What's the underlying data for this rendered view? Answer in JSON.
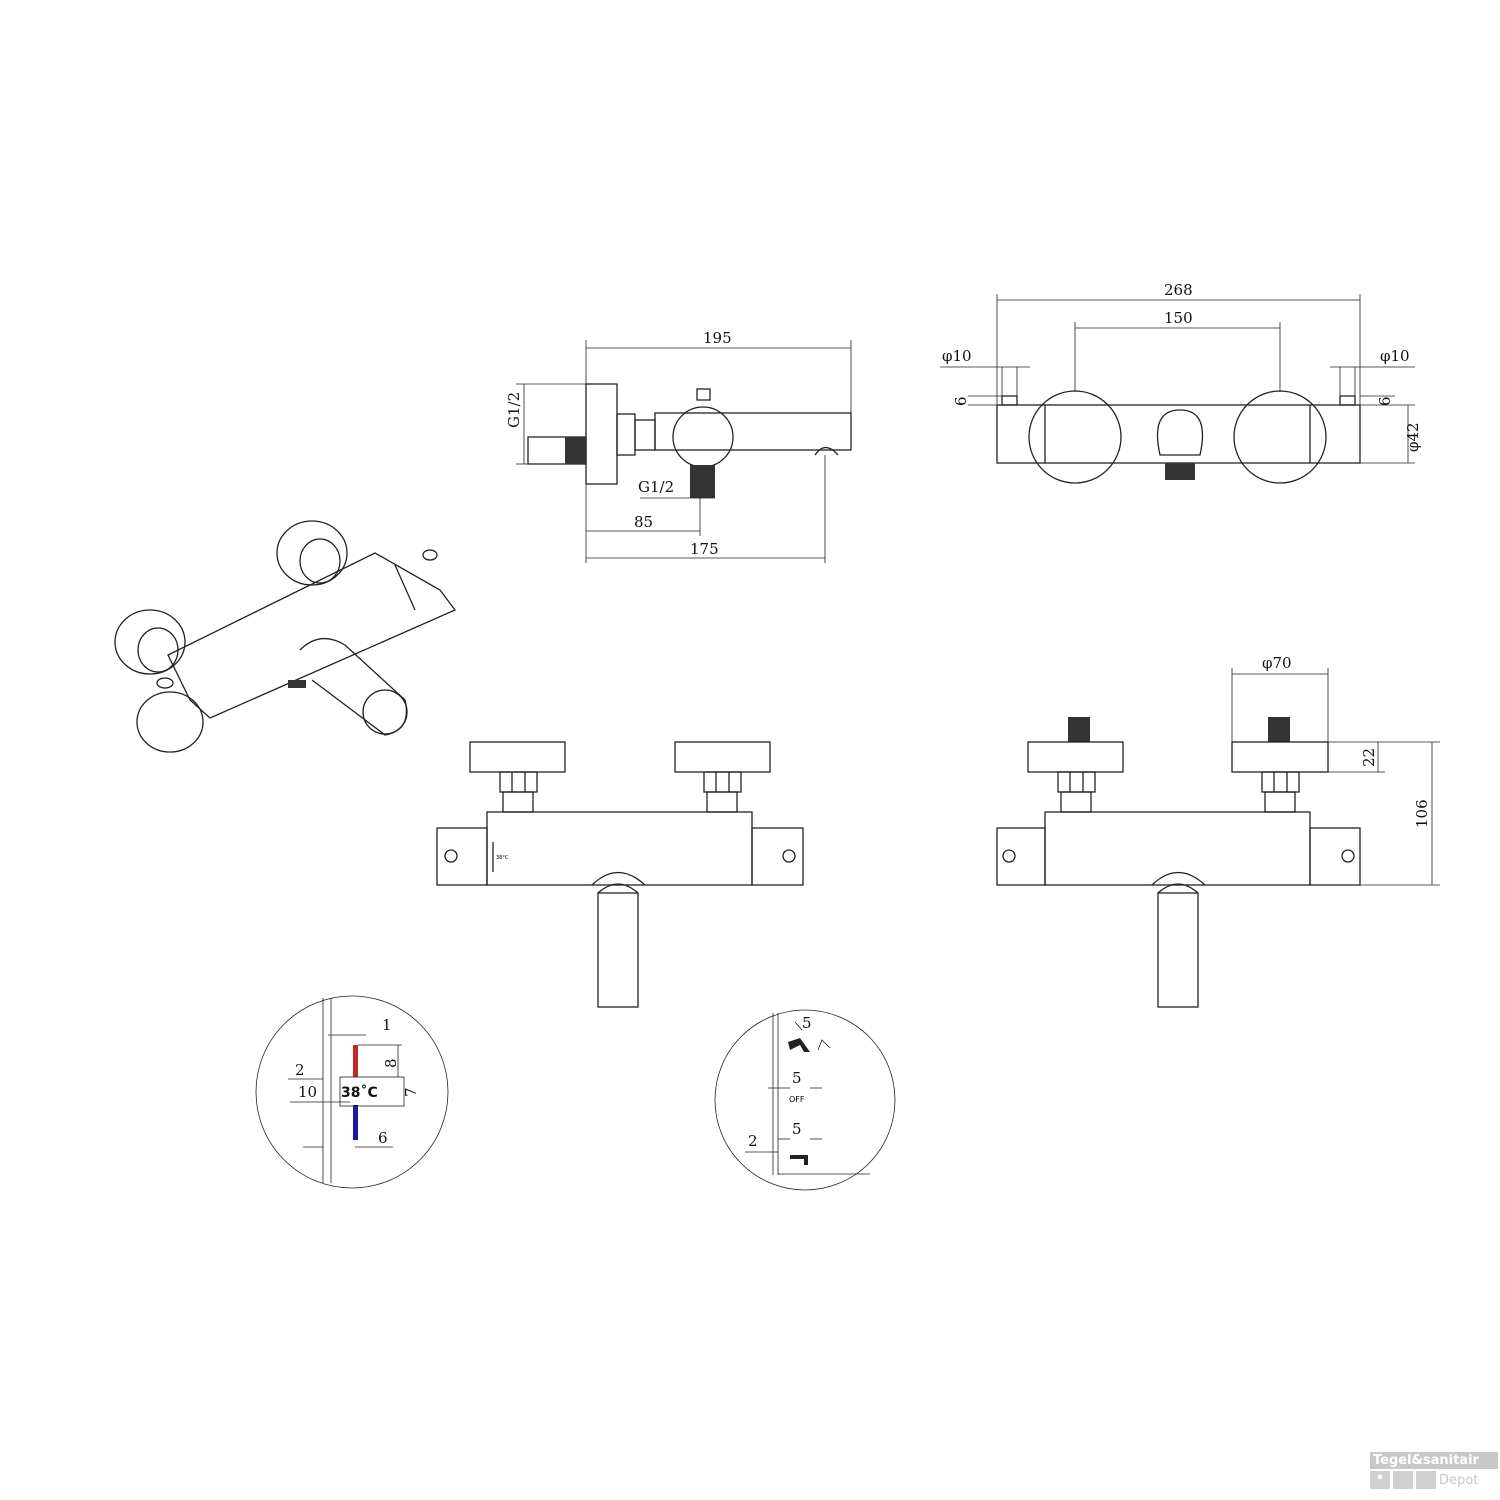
{
  "side_view": {
    "width_total": "195",
    "inlet_thread": "G1/2",
    "outlet_thread": "G1/2",
    "outlet_offset": "85",
    "spout_reach": "175"
  },
  "top_view": {
    "total_width": "268",
    "centers": "150",
    "knob_dia_left": "φ10",
    "knob_dia_right": "φ10",
    "knob_height_left": "6",
    "knob_height_right": "6",
    "body_dia": "φ42"
  },
  "rear_view": {
    "flange_dia": "φ70",
    "flange_depth": "22",
    "height": "106"
  },
  "detail_temperature": {
    "dim_1": "1",
    "dim_8": "8",
    "dim_2": "2",
    "dim_10": "10",
    "dim_7": "7",
    "dim_6": "6",
    "label": "38˚C",
    "hot_color": "#c0282a",
    "cold_color": "#1a1aa0"
  },
  "detail_diverter": {
    "dim_top": "5",
    "dim_off": "5",
    "off_label": "OFF",
    "dim_bottom": "5",
    "dim_2": "2"
  },
  "front_view_labels": {
    "temp_mark": "38°C"
  },
  "watermark": {
    "line1": "Tegel&sanitair",
    "line2": "Depot"
  }
}
